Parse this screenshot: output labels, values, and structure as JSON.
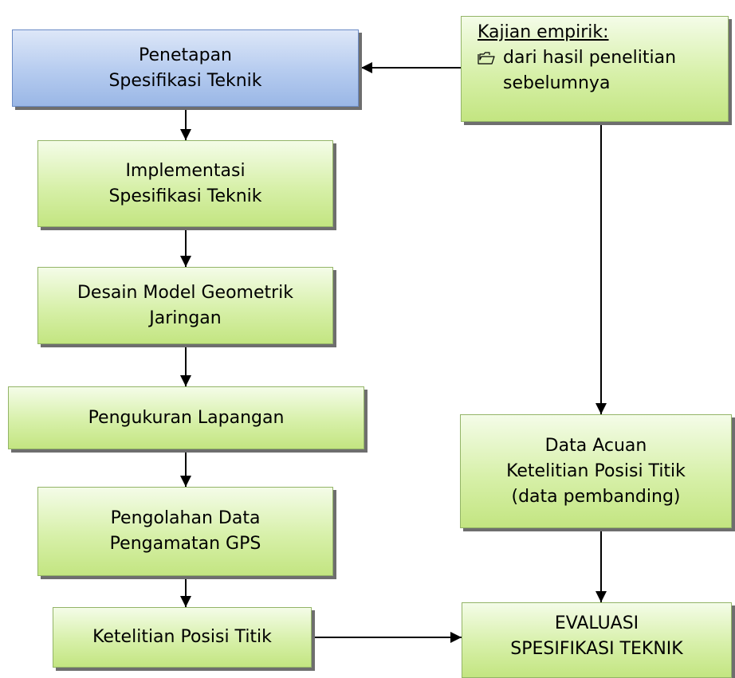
{
  "nodes": {
    "penetapan": {
      "line1": "Penetapan",
      "line2": "Spesifikasi Teknik"
    },
    "implementasi": {
      "line1": "Implementasi",
      "line2": "Spesifikasi Teknik"
    },
    "desain": {
      "line1": "Desain Model Geometrik",
      "line2": "Jaringan"
    },
    "pengukuran": {
      "line1": "Pengukuran Lapangan"
    },
    "pengolahan": {
      "line1": "Pengolahan Data",
      "line2": "Pengamatan GPS"
    },
    "ketelitian": {
      "line1": "Ketelitian Posisi Titik"
    },
    "kajian": {
      "title": "Kajian empirik:",
      "bullet_icon": "folder-icon",
      "bullet_line1": "dari hasil penelitian",
      "bullet_line2": "sebelumnya"
    },
    "data_acuan": {
      "line1": "Data Acuan",
      "line2": "Ketelitian Posisi Titik",
      "line3": "(data pembanding)"
    },
    "evaluasi": {
      "line1": "EVALUASI",
      "line2": "SPESIFIKASI TEKNIK"
    }
  },
  "colors": {
    "green_fill": "#d7f0a9",
    "green_border": "#93b467",
    "blue_fill": "#b5cbef",
    "blue_border": "#6b8cc6",
    "shadow": "#6e6e6e",
    "arrow": "#000000"
  }
}
